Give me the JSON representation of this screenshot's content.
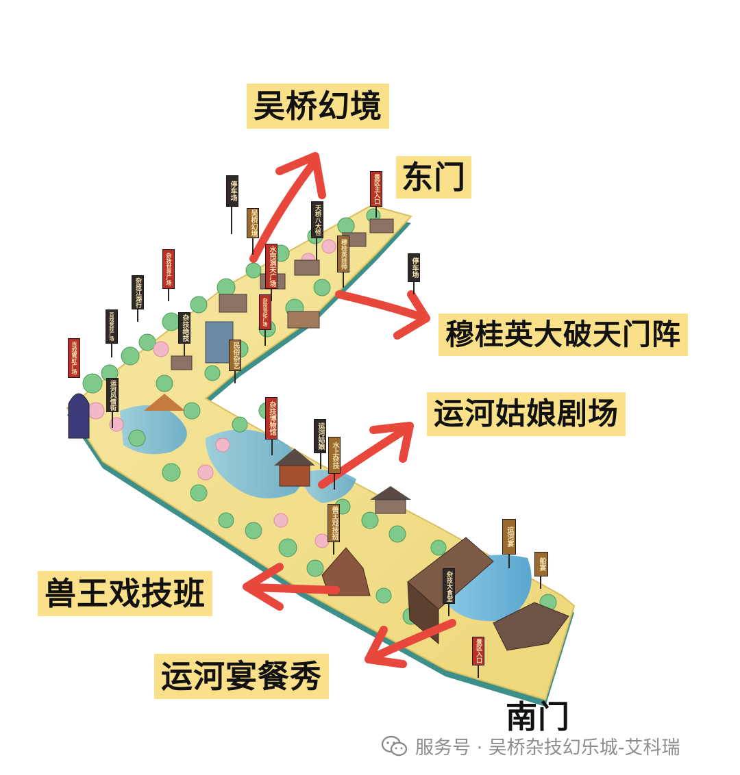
{
  "colors": {
    "arrow": "#e8483c",
    "highlight": "#fbe08a",
    "ground": "#f3df8e",
    "water": "#6fb6d8",
    "tree": "#7fc98a",
    "roof": "#5a4a44",
    "sign_dark": "#2f2a28",
    "sign_red": "#b8322a",
    "sign_brown": "#9a6a2e",
    "sign_text": "#f4e2b0",
    "watermark": "#8c8c8c"
  },
  "callouts": {
    "wuqiao": "吴桥幻境",
    "dongmen": "东门",
    "mugui": "穆桂英大破天门阵",
    "yunhegu": "运河姑娘剧场",
    "shouwang": "兽王戏技班",
    "yunyan": "运河宴餐秀",
    "nanmen": "南门"
  },
  "signs": [
    {
      "id": "parking-1",
      "text": "停车场",
      "style": "dark"
    },
    {
      "id": "wuqiao-huanjing",
      "text": "吴桥幻境",
      "style": "brown"
    },
    {
      "id": "tianqiao-badaguai",
      "text": "天桥八大怪",
      "style": "dark"
    },
    {
      "id": "main-entrance",
      "text": "景区主入口",
      "style": "red"
    },
    {
      "id": "shuiluo-guangchang",
      "text": "水帘洞天广场",
      "style": "red"
    },
    {
      "id": "mugui-ying",
      "text": "穆桂英挂帅",
      "style": "brown"
    },
    {
      "id": "parking-2",
      "text": "停车场",
      "style": "dark"
    },
    {
      "id": "guangchang-1",
      "text": "杂技世界广场",
      "style": "red"
    },
    {
      "id": "zaji-jie",
      "text": "杂技江湖行",
      "style": "dark"
    },
    {
      "id": "zaji-guangchang",
      "text": "杂技世纪广场",
      "style": "red"
    },
    {
      "id": "zhenghuan-guangchang",
      "text": "百戏竞技广场",
      "style": "dark"
    },
    {
      "id": "zaji-yongji",
      "text": "杂技绝技",
      "style": "dark"
    },
    {
      "id": "baixi-guangchang",
      "text": "百戏霓虹广场",
      "style": "red"
    },
    {
      "id": "yunhe-fengqing",
      "text": "运河风情街",
      "style": "dark"
    },
    {
      "id": "juju-zaji",
      "text": "民俗杂艺",
      "style": "brown"
    },
    {
      "id": "zaji-bowuguan",
      "text": "杂技博物馆",
      "style": "red"
    },
    {
      "id": "yunhe-guniang",
      "text": "运河姑娘",
      "style": "dark"
    },
    {
      "id": "shuishang-zaji",
      "text": "水上杂技",
      "style": "brown"
    },
    {
      "id": "shouwang-xijiban",
      "text": "兽王戏技班",
      "style": "brown"
    },
    {
      "id": "yunhe-yan",
      "text": "运河宴",
      "style": "brown"
    },
    {
      "id": "chuan-yan",
      "text": "船宴",
      "style": "brown"
    },
    {
      "id": "zaji-dashitang",
      "text": "杂技大食堂",
      "style": "dark"
    },
    {
      "id": "scenic-entrance",
      "text": "景区入口",
      "style": "red"
    }
  ],
  "watermark": {
    "text": "服务号 · 吴桥杂技幻乐城-艾科瑞",
    "icon": "wechat-icon"
  }
}
